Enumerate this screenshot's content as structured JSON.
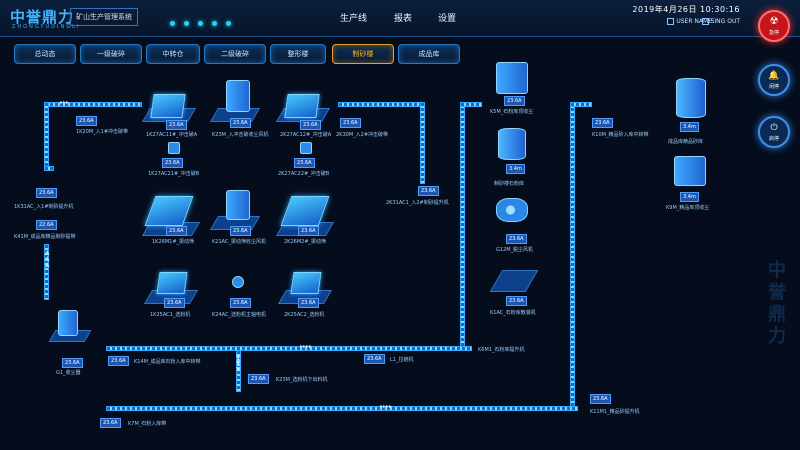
{
  "header": {
    "logo": "中誉鼎力",
    "logo_sub": "ZHONGYUDINGLI",
    "system_title": "矿山生产管理系统",
    "nav": [
      "生产线",
      "报表",
      "设置"
    ],
    "datetime": "2019年4月26日   10:30:16",
    "user_name": "USER NAME",
    "sign_out": "SING OUT"
  },
  "side_buttons": {
    "alarm": "急停",
    "silence": "闲停",
    "start": "启停"
  },
  "tabs": [
    {
      "label": "总动态",
      "active": false
    },
    {
      "label": "一级破碎",
      "active": false
    },
    {
      "label": "中转仓",
      "active": false
    },
    {
      "label": "二级破碎",
      "active": false
    },
    {
      "label": "整形楼",
      "active": false
    },
    {
      "label": "制砂楼",
      "active": true
    },
    {
      "label": "成品库",
      "active": false
    }
  ],
  "equipment": {
    "k1_20m": {
      "value": "23.6A",
      "label": "1K20M_入1#冲击破带"
    },
    "k27ac11": {
      "value": "23.6A",
      "label": "1K27AC11#_冲击破A"
    },
    "k27ac21": {
      "value": "23.6A",
      "label": "1K27AC21#_冲击破B"
    },
    "k23m": {
      "value": "23.6A",
      "label": "K23M_入冲击破收尘风机"
    },
    "k27ac12": {
      "value": "23.6A",
      "label": "2K27AC12#_冲击破A"
    },
    "k27ac22": {
      "value": "23.6A",
      "label": "2K27AC22#_冲击破B"
    },
    "k2_30m": {
      "value": "23.6A",
      "label": "2K30M_入2#冲击破带"
    },
    "k31ac_left": {
      "value": "23.6A",
      "label": "1K31AC_入1#制砂提升机"
    },
    "k41m": {
      "value": "22.6A",
      "label": "K41M_成品库精品制砂提带"
    },
    "k26m1": {
      "value": "23.6A",
      "label": "1K26M1#_振动筛"
    },
    "k21ac": {
      "value": "23.6A",
      "label": "K21AC_振动筛收尘风机"
    },
    "k26m2": {
      "value": "23.6A",
      "label": "2K26M2#_振动筛"
    },
    "k25ac1": {
      "value": "23.6A",
      "label": "1K25AC1_选粉机"
    },
    "k24ac": {
      "value": "23.6A",
      "label": "K24AC_选粉机主轴电机"
    },
    "k25ac2": {
      "value": "23.6A",
      "label": "2K25AC2_选粉机"
    },
    "k31ac_mid": {
      "value": "23.6A",
      "label": "2K31AC1_入2#制砂提升机"
    },
    "k5m": {
      "value": "23.6A",
      "label": "K5M_石粉库顶收尘"
    },
    "silo_sand": {
      "value": "3.4m",
      "label": "制砂楼石粉库"
    },
    "g12m": {
      "value": "23.6A",
      "label": "G12M_脱尘风机"
    },
    "k1ac": {
      "value": "23.6A",
      "label": "K1AC_石粉库散装机"
    },
    "k10m": {
      "value": "23.6A",
      "label": "K10M_精品砂入库中转带"
    },
    "silo_finished": {
      "value": "3.4m",
      "label": "成品库精品砂库"
    },
    "k9m": {
      "value": "3.4m",
      "label": "K9M_精品库顶收尘"
    },
    "g1": {
      "value": "23.6A",
      "label": "G1_收尘器"
    },
    "k14m": {
      "value": "23.6A",
      "label": "K14M_成品库石粉入库中转带"
    },
    "l1": {
      "value": "23.6A",
      "label": "L1_拉链机"
    },
    "k6m1": {
      "label": "K6M1_石粉库提升机"
    },
    "k23m_bottom": {
      "value": "23.6A",
      "label": "K23M_选粉机下出料机"
    },
    "k7m": {
      "value": "23.6A",
      "label": "K7M_石粉入库带"
    },
    "k11m1": {
      "value": "23.6A",
      "label": "K11M1_精品砂提升机"
    }
  },
  "watermark": "中誉鼎力",
  "colors": {
    "accent": "#1aa7ff",
    "active_tab": "#ffb31f",
    "alarm": "#c5151b",
    "bg": "#050d1c"
  }
}
